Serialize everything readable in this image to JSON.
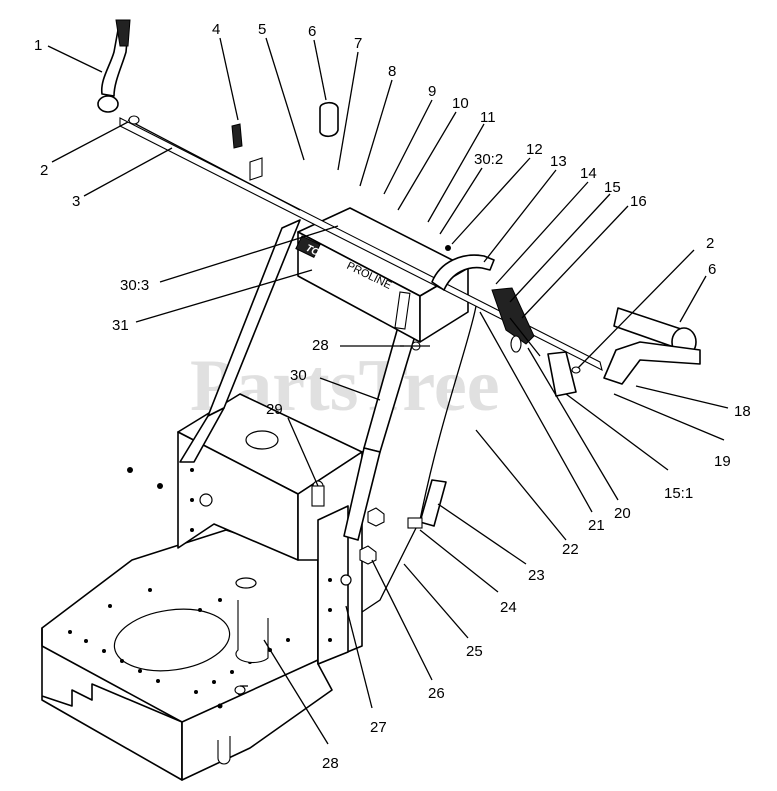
{
  "watermark": "PartsTree",
  "decal": {
    "brand": "TORO",
    "model": "PROLINE"
  },
  "callouts": [
    {
      "id": "c1",
      "label": "1"
    },
    {
      "id": "c2a",
      "label": "2"
    },
    {
      "id": "c3",
      "label": "3"
    },
    {
      "id": "c4",
      "label": "4"
    },
    {
      "id": "c5",
      "label": "5"
    },
    {
      "id": "c6a",
      "label": "6"
    },
    {
      "id": "c7",
      "label": "7"
    },
    {
      "id": "c8",
      "label": "8"
    },
    {
      "id": "c9",
      "label": "9"
    },
    {
      "id": "c10",
      "label": "10"
    },
    {
      "id": "c11",
      "label": "11"
    },
    {
      "id": "c302",
      "label": "30:2"
    },
    {
      "id": "c12",
      "label": "12"
    },
    {
      "id": "c13",
      "label": "13"
    },
    {
      "id": "c14",
      "label": "14"
    },
    {
      "id": "c15",
      "label": "15"
    },
    {
      "id": "c16",
      "label": "16"
    },
    {
      "id": "c2b",
      "label": "2"
    },
    {
      "id": "c6b",
      "label": "6"
    },
    {
      "id": "c303",
      "label": "30:3"
    },
    {
      "id": "c31",
      "label": "31"
    },
    {
      "id": "c28a",
      "label": "28"
    },
    {
      "id": "c30",
      "label": "30"
    },
    {
      "id": "c29",
      "label": "29"
    },
    {
      "id": "c18",
      "label": "18"
    },
    {
      "id": "c19",
      "label": "19"
    },
    {
      "id": "c151",
      "label": "15:1"
    },
    {
      "id": "c20",
      "label": "20"
    },
    {
      "id": "c21",
      "label": "21"
    },
    {
      "id": "c22",
      "label": "22"
    },
    {
      "id": "c23",
      "label": "23"
    },
    {
      "id": "c24",
      "label": "24"
    },
    {
      "id": "c25",
      "label": "25"
    },
    {
      "id": "c26",
      "label": "26"
    },
    {
      "id": "c27",
      "label": "27"
    },
    {
      "id": "c28b",
      "label": "28"
    }
  ]
}
